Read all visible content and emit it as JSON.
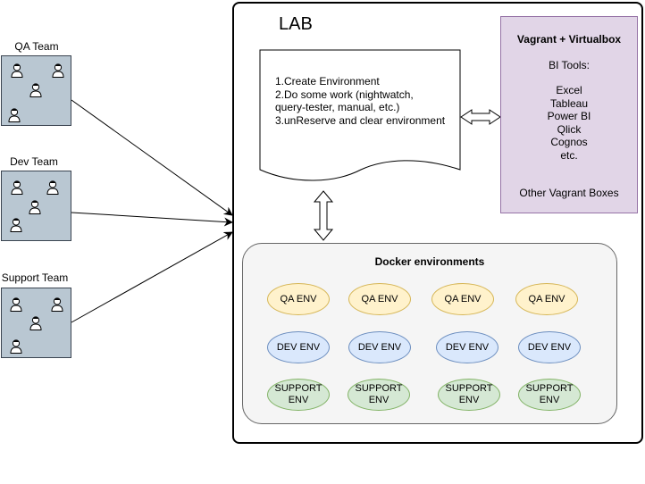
{
  "teams": [
    {
      "label": "QA Team"
    },
    {
      "label": "Dev Team"
    },
    {
      "label": "Support Team"
    }
  ],
  "lab": {
    "title": "LAB",
    "steps": [
      "1.Create Environment",
      "2.Do some work (nightwatch,",
      "query-tester, manual, etc.)",
      "3.unReserve and clear environment"
    ]
  },
  "vagrant": {
    "title": "Vagrant + Virtualbox",
    "subtitle": "BI Tools:",
    "tools": [
      "Excel",
      "Tableau",
      "Power BI",
      "Qlick",
      "Cognos",
      "etc."
    ],
    "other": "Other Vagrant Boxes"
  },
  "docker": {
    "title": "Docker environments",
    "rows": [
      [
        "QA ENV",
        "QA ENV",
        "QA ENV",
        "QA ENV"
      ],
      [
        "DEV ENV",
        "DEV ENV",
        "DEV ENV",
        "DEV ENV"
      ],
      [
        "SUPPORT ENV",
        "SUPPORT ENV",
        "SUPPORT ENV",
        "SUPPORT ENV"
      ]
    ]
  },
  "colors": {
    "team_fill": "#b9c7d2",
    "vagrant_fill": "#e1d5e7",
    "qa_fill": "#fff2cc",
    "dev_fill": "#dae8fc",
    "support_fill": "#d5e8d4",
    "docker_fill": "#f5f5f5"
  },
  "icons": [
    "user-icon",
    "arrow-icon",
    "double-arrow-icon"
  ]
}
